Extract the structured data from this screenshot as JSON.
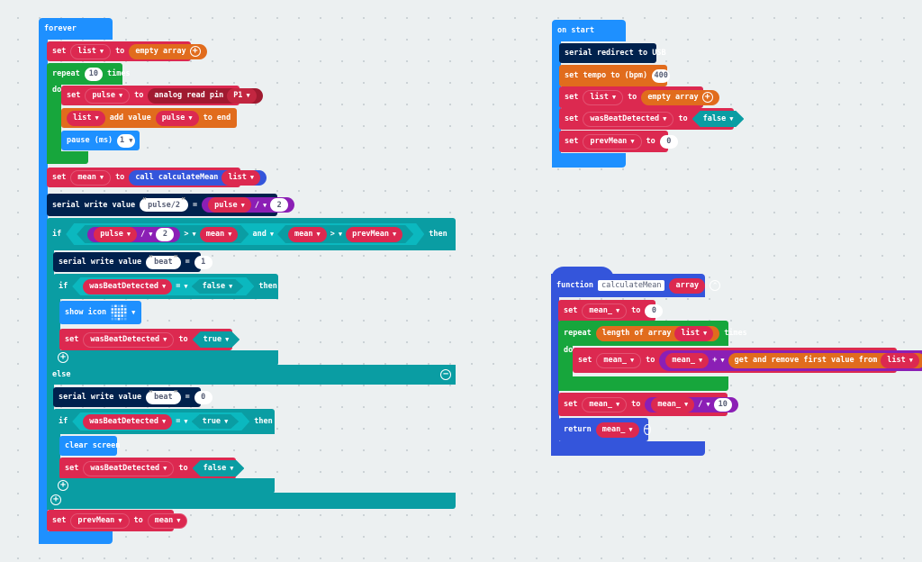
{
  "colors": {
    "variables": "#dc2950",
    "loops": "#17a63c",
    "logic": "#0a9da3",
    "basic": "#1e90ff",
    "serial": "#00214d",
    "math": "#8b1fb5",
    "arrays": "#e16c1d",
    "functions": "#3455db",
    "pins": "#a01a30"
  },
  "forever": {
    "header": "forever",
    "set_list": {
      "set": "set",
      "var": "list",
      "to": "to",
      "value": "empty array"
    },
    "repeat": {
      "label": "repeat",
      "count": "10",
      "times": "times",
      "do": "do"
    },
    "set_pulse": {
      "set": "set",
      "var": "pulse",
      "to": "to",
      "fn": "analog read pin",
      "pin": "P1"
    },
    "add_value": {
      "list": "list",
      "add": "add value",
      "var": "pulse",
      "end": "to end"
    },
    "pause": {
      "label": "pause (ms)",
      "value": "1"
    },
    "set_mean": {
      "set": "set",
      "var": "mean",
      "to": "to",
      "call": "call calculateMean",
      "arg": "list"
    },
    "serial1": {
      "label": "serial write value",
      "name": "pulse/2",
      "eq": "=",
      "var": "pulse",
      "op": "/",
      "num": "2"
    },
    "if1": {
      "if": "if",
      "var": "pulse",
      "op": "/",
      "num": "2",
      "cmp": ">",
      "mean": "mean",
      "and": "and",
      "mean2": "mean",
      "cmp2": ">",
      "prev": "prevMean",
      "then": "then"
    },
    "serial2": {
      "label": "serial write value",
      "name": "beat",
      "eq": "=",
      "value": "1"
    },
    "if2": {
      "if": "if",
      "var": "wasBeatDetected",
      "eq": "=",
      "value": "false",
      "then": "then"
    },
    "show_icon": {
      "label": "show icon"
    },
    "set_wbd_true": {
      "set": "set",
      "var": "wasBeatDetected",
      "to": "to",
      "value": "true"
    },
    "else": "else",
    "serial3": {
      "label": "serial write value",
      "name": "beat",
      "eq": "=",
      "value": "0"
    },
    "if3": {
      "if": "if",
      "var": "wasBeatDetected",
      "eq": "=",
      "value": "true",
      "then": "then"
    },
    "clear": {
      "label": "clear screen"
    },
    "set_wbd_false": {
      "set": "set",
      "var": "wasBeatDetected",
      "to": "to",
      "value": "false"
    },
    "set_prev": {
      "set": "set",
      "var": "prevMean",
      "to": "to",
      "value": "mean"
    }
  },
  "on_start": {
    "header": "on start",
    "redirect": "serial redirect to USB",
    "tempo": {
      "label": "set tempo to (bpm)",
      "value": "400"
    },
    "set_list": {
      "set": "set",
      "var": "list",
      "to": "to",
      "value": "empty array"
    },
    "set_wbd": {
      "set": "set",
      "var": "wasBeatDetected",
      "to": "to",
      "value": "false"
    },
    "set_prev": {
      "set": "set",
      "var": "prevMean",
      "to": "to",
      "value": "0"
    }
  },
  "function": {
    "label": "function",
    "name": "calculateMean",
    "param": "array",
    "set_mean": {
      "set": "set",
      "var": "mean_",
      "to": "to",
      "value": "0"
    },
    "repeat": {
      "label": "repeat",
      "fn": "length of array",
      "arr": "list",
      "times": "times",
      "do": "do"
    },
    "inner": {
      "set": "set",
      "var": "mean_",
      "to": "to",
      "var2": "mean_",
      "op": "+",
      "fn": "get and remove first value from",
      "arr": "list"
    },
    "set_div": {
      "set": "set",
      "var": "mean_",
      "to": "to",
      "var2": "mean_",
      "op": "/",
      "num": "10"
    },
    "ret": {
      "label": "return",
      "var": "mean_"
    }
  }
}
